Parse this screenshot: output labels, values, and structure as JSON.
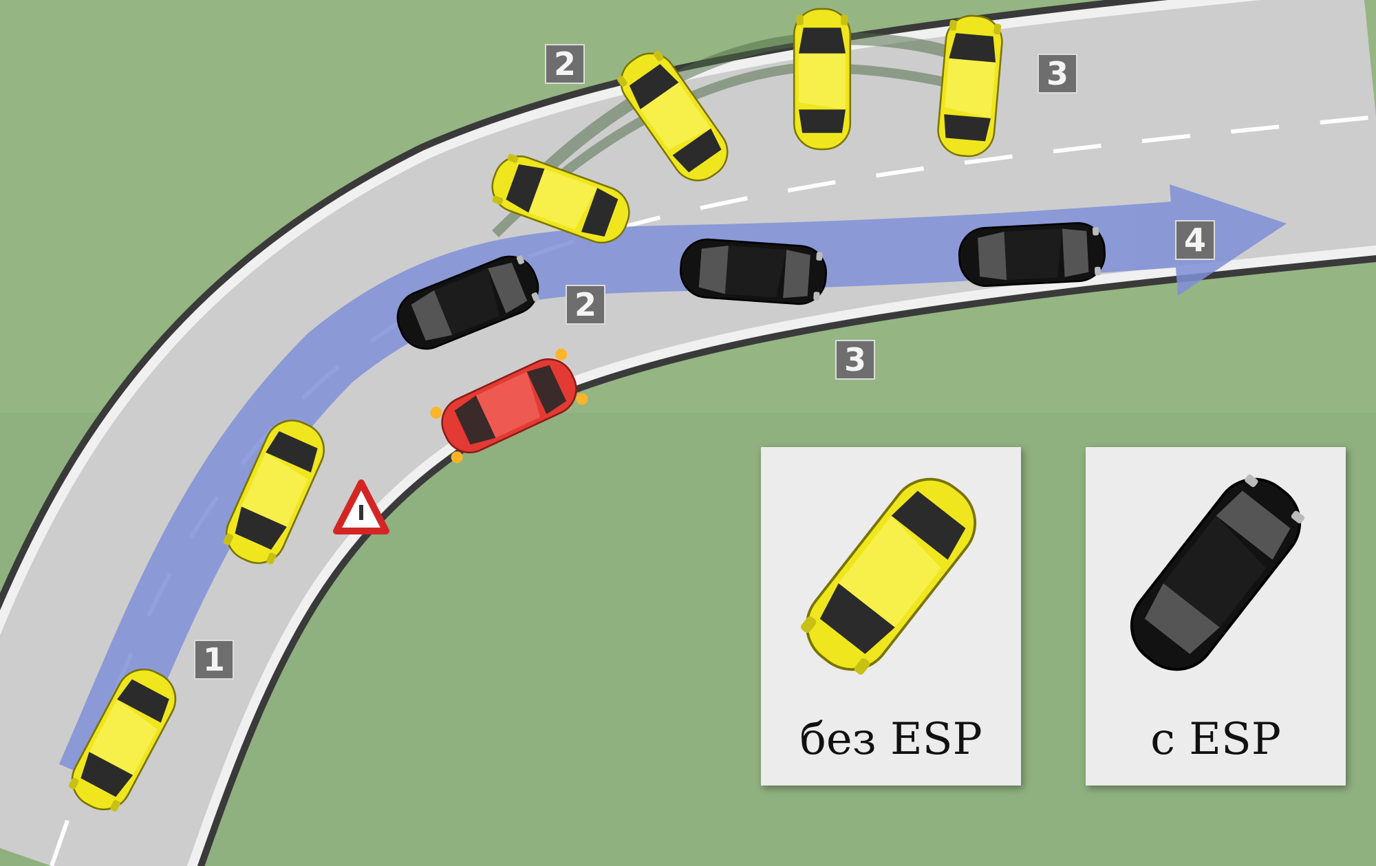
{
  "colors": {
    "grass": "#8fb07f",
    "road": "#cdcdcd",
    "path_arrow": "#7f8fd8",
    "car_without_esp": "#f0e61e",
    "car_with_esp": "#111111",
    "car_other": "#e33a33"
  },
  "markers": {
    "stage_1": "1",
    "stage_2_without": "2",
    "stage_3_without": "3",
    "stage_2_with": "2",
    "stage_3_with": "3",
    "stage_4": "4"
  },
  "legend": {
    "without_esp": {
      "label": "без ESP",
      "icon": "yellow-car-icon"
    },
    "with_esp": {
      "label": "с ESP",
      "icon": "black-car-icon"
    }
  },
  "hazard_icon": "warning-triangle-icon"
}
